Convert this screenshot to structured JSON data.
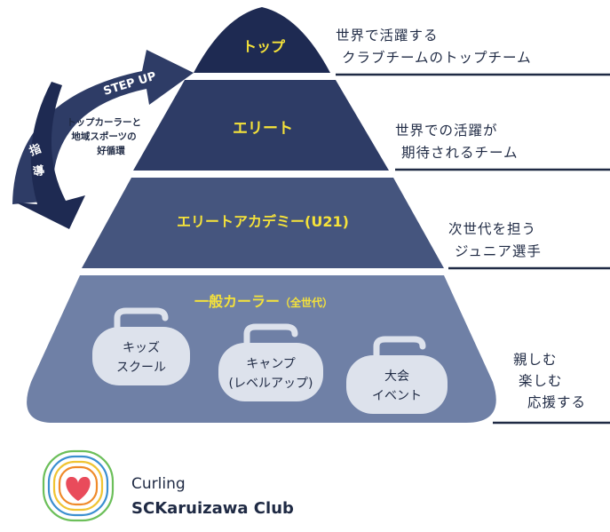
{
  "pyramid": {
    "tiers": [
      {
        "label": "トップ",
        "desc_lines": [
          "世界で活躍する",
          "クラブチームのトップチーム"
        ]
      },
      {
        "label": "エリート",
        "desc_lines": [
          "世界での活躍が",
          "期待されるチーム"
        ]
      },
      {
        "label": "エリートアカデミー(U21)",
        "desc_lines": [
          "次世代を担う",
          "ジュニア選手"
        ]
      },
      {
        "label": "一般カーラー",
        "label_suffix": "（全世代）",
        "desc_lines": [
          "親しむ",
          "楽しむ",
          "応援する"
        ]
      }
    ],
    "stones": [
      {
        "lines": [
          "キッズ",
          "スクール"
        ]
      },
      {
        "lines": [
          "キャンプ",
          "(レベルアップ)"
        ]
      },
      {
        "lines": [
          "大会",
          "イベント"
        ]
      }
    ]
  },
  "arrow": {
    "step_up": "STEP UP",
    "guidance_chars": [
      "指",
      "導"
    ],
    "cycle_lines": [
      "トップカーラーと",
      "地域スポーツの",
      "好循環"
    ]
  },
  "logo": {
    "line1": "Curling",
    "line2_prefix": "SC",
    "line2_main": "Karuizawa Club"
  },
  "colors": {
    "tier_top": "#1e2a52",
    "tier_elite": "#2e3c66",
    "tier_academy": "#45557e",
    "tier_general": "#6f80a6",
    "stone": "#dde2ec",
    "label_yellow": "#f5e23a",
    "text_dark": "#1f2a44"
  }
}
